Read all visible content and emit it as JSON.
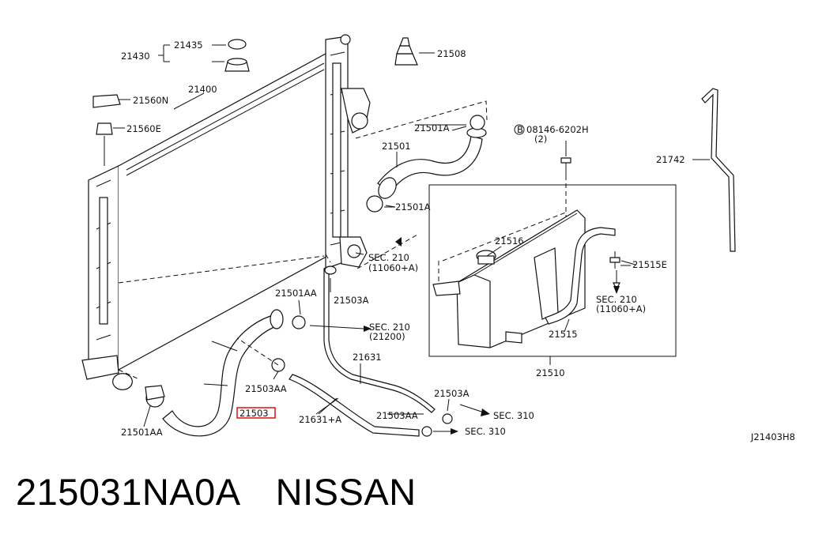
{
  "diagram": {
    "code": "J21403H8",
    "highlighted_label": "21503",
    "labels": {
      "p21435": "21435",
      "p21430": "21430",
      "p21400": "21400",
      "p21560N": "21560N",
      "p21560E": "21560E",
      "p21508": "21508",
      "p21501A_top": "21501A",
      "p21501": "21501",
      "p21501A_mid": "21501A",
      "bolt_code": "08146-6202H",
      "bolt_qty": "(2)",
      "bolt_mark": "B",
      "p21742": "21742",
      "p21516": "21516",
      "p21515E": "21515E",
      "sec210_a_1": "SEC. 210",
      "sec210_a_2": "(11060+A)",
      "sec210_b_1": "SEC. 210",
      "sec210_b_2": "(11060+A)",
      "sec210_c_1": "SEC. 210",
      "sec210_c_2": "(21200)",
      "p21501AA_upper": "21501AA",
      "p21503A_upper": "21503A",
      "p21515": "21515",
      "p21510": "21510",
      "p21631": "21631",
      "p21503AA_mid": "21503AA",
      "p21503A_lower": "21503A",
      "sec310_1": "SEC. 310",
      "p21631A": "21631+A",
      "p21503AA_low": "21503AA",
      "sec310_2": "SEC. 310",
      "p21501AA_low": "21501AA"
    }
  },
  "caption": {
    "part_number": "215031NA0A",
    "brand": "NISSAN"
  }
}
